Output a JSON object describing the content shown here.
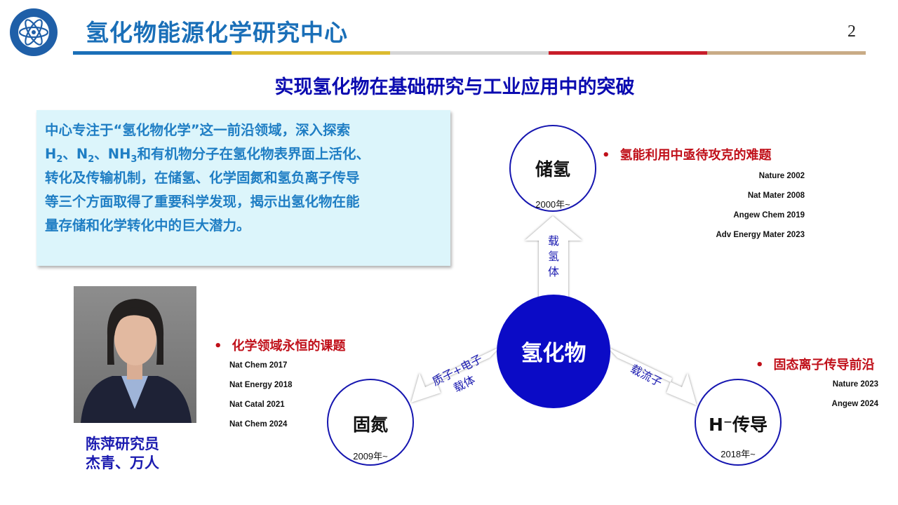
{
  "header": {
    "title": "氢化物能源化学研究中心",
    "page_number": "2",
    "bar_colors": [
      "#1a6fb8",
      "#dcbb30",
      "#d6d6d6",
      "#c81e2a",
      "#c9ab86"
    ]
  },
  "subtitle": "实现氢化物在基础研究与工业应用中的突破",
  "intro": {
    "line1": "中心专注于“氢化物化学”这一前沿领域，深入探索",
    "line2_a": "H",
    "line2_b": "2",
    "line2_c": "、N",
    "line2_d": "2",
    "line2_e": "、NH",
    "line2_f": "3",
    "line2_g": "和有机物分子在氢化物表界面上活化、",
    "line3": "转化及传输机制，在储氢、化学固氮和氢负离子传导",
    "line4": "等三个方面取得了重要科学发现，揭示出氢化物在能",
    "line5": "量存储和化学转化中的巨大潜力。"
  },
  "person": {
    "name": "陈萍研究员",
    "titles": "杰青、万人"
  },
  "diagram": {
    "center": "氢化物",
    "nodes": [
      {
        "label": "储氢",
        "year": "2000年~"
      },
      {
        "label": "固氮",
        "year": "2009年~"
      },
      {
        "label": "H⁻传导",
        "year": "2018年~"
      }
    ],
    "arrows": {
      "top": [
        "载",
        "氢",
        "体"
      ],
      "left_line1": "质子+电子",
      "left_line2": "载体",
      "right": "载流子"
    }
  },
  "sections": {
    "storage": {
      "heading": "氢能利用中亟待攻克的难题",
      "pubs": [
        "Nature 2002",
        "Nat Mater 2008",
        "Angew Chem 2019",
        "Adv Energy Mater 2023"
      ]
    },
    "fixation": {
      "heading": "化学领域永恒的课题",
      "pubs": [
        "Nat Chem 2017",
        "Nat Energy 2018",
        "Nat Catal 2021",
        "Nat Chem 2024"
      ]
    },
    "conduction": {
      "heading": "固态离子传导前沿",
      "pubs": [
        "Nature 2023",
        "Angew 2024"
      ]
    }
  },
  "bullet": "•"
}
